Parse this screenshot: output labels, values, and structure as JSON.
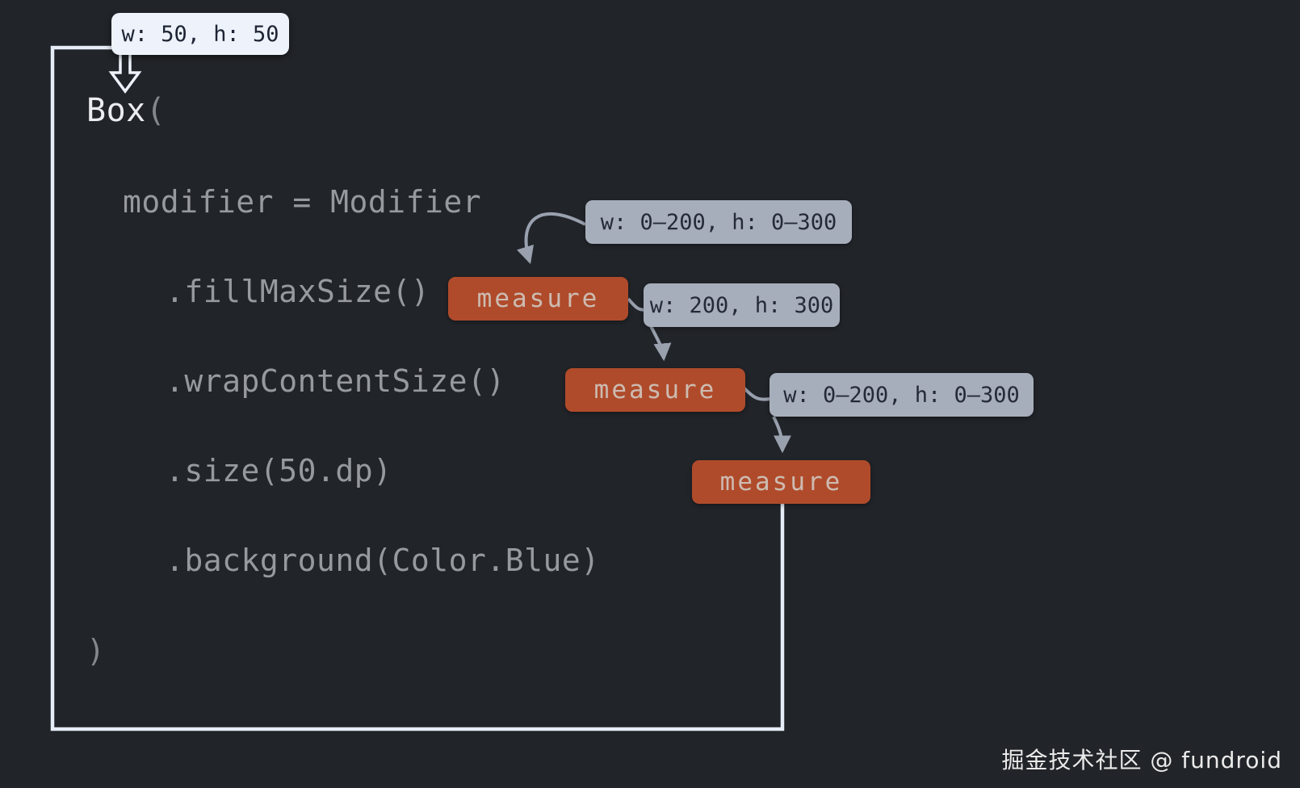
{
  "result_badge": {
    "text": "w: 50, h: 50"
  },
  "code": {
    "box_name": "Box",
    "box_paren": "(",
    "modifier_line": "modifier = Modifier",
    "fill_max_size": ".fillMaxSize()",
    "wrap_content_size": ".wrapContentSize()",
    "size": ".size(50.dp)",
    "background": ".background(Color.Blue)",
    "close_paren": ")"
  },
  "measure_badges": [
    {
      "label": "measure"
    },
    {
      "label": "measure"
    },
    {
      "label": "measure"
    }
  ],
  "constraint_labels": [
    {
      "text": "w: 0–200, h: 0–300"
    },
    {
      "text": "w: 200, h: 300"
    },
    {
      "text": "w: 0–200, h: 0–300"
    }
  ],
  "colors": {
    "background": "#212429",
    "measure_badge": "#af4b2b",
    "measure_text": "#cdbbb1",
    "constraint_badge": "#a7aebb",
    "constraint_text": "#252a38",
    "result_badge_bg": "#edf2fb",
    "result_badge_text": "#1e2433",
    "code_text": "#96999e",
    "return_line_white": "#e7edf6",
    "arrow_gray": "#99a1ae"
  },
  "watermark": {
    "text": "掘金技术社区 @ fundroid"
  }
}
